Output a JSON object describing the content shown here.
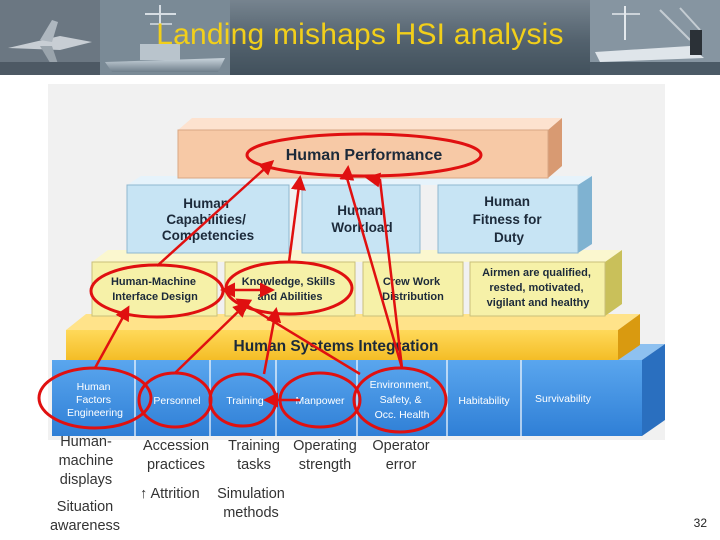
{
  "slide": {
    "title": "Landing mishaps HSI analysis",
    "page_number": "32"
  },
  "pyramid": {
    "top": "Human Performance",
    "row2": [
      "Human Capabilities/ Competencies",
      "Human Workload",
      "Human Fitness for Duty"
    ],
    "row3": [
      "Human-Machine Interface Design",
      "Knowledge, Skills and Abilities",
      "Crew Work Distribution",
      "Airmen are qualified, rested, motivated, vigilant and healthy"
    ],
    "integration": "Human Systems Integration",
    "domains": [
      "Human Factors Engineering",
      "Personnel",
      "Training",
      "Manpower",
      "Environment, Safety, & Occ. Health",
      "Habitability",
      "Survivability"
    ]
  },
  "notes": {
    "hfe": [
      "Human-",
      "machine",
      "displays"
    ],
    "situation": [
      "Situation",
      "awareness"
    ],
    "accession": [
      "Accession",
      "practices"
    ],
    "training_tasks": [
      "Training",
      "tasks"
    ],
    "operating": [
      "Operating",
      "strength"
    ],
    "operator": [
      "Operator",
      "error"
    ],
    "attrition": "↑ Attrition",
    "simulation": [
      "Simulation",
      "methods"
    ]
  },
  "colors": {
    "title": "#f2cf1a",
    "annotation": "#e01010",
    "top_block": "#f7c9a6",
    "blue_blocks": "#c7e4f4",
    "yellow_blocks": "#f6f1a8",
    "integration_bar": "#ffcf3c",
    "domain_band": "#3d8fe0"
  }
}
